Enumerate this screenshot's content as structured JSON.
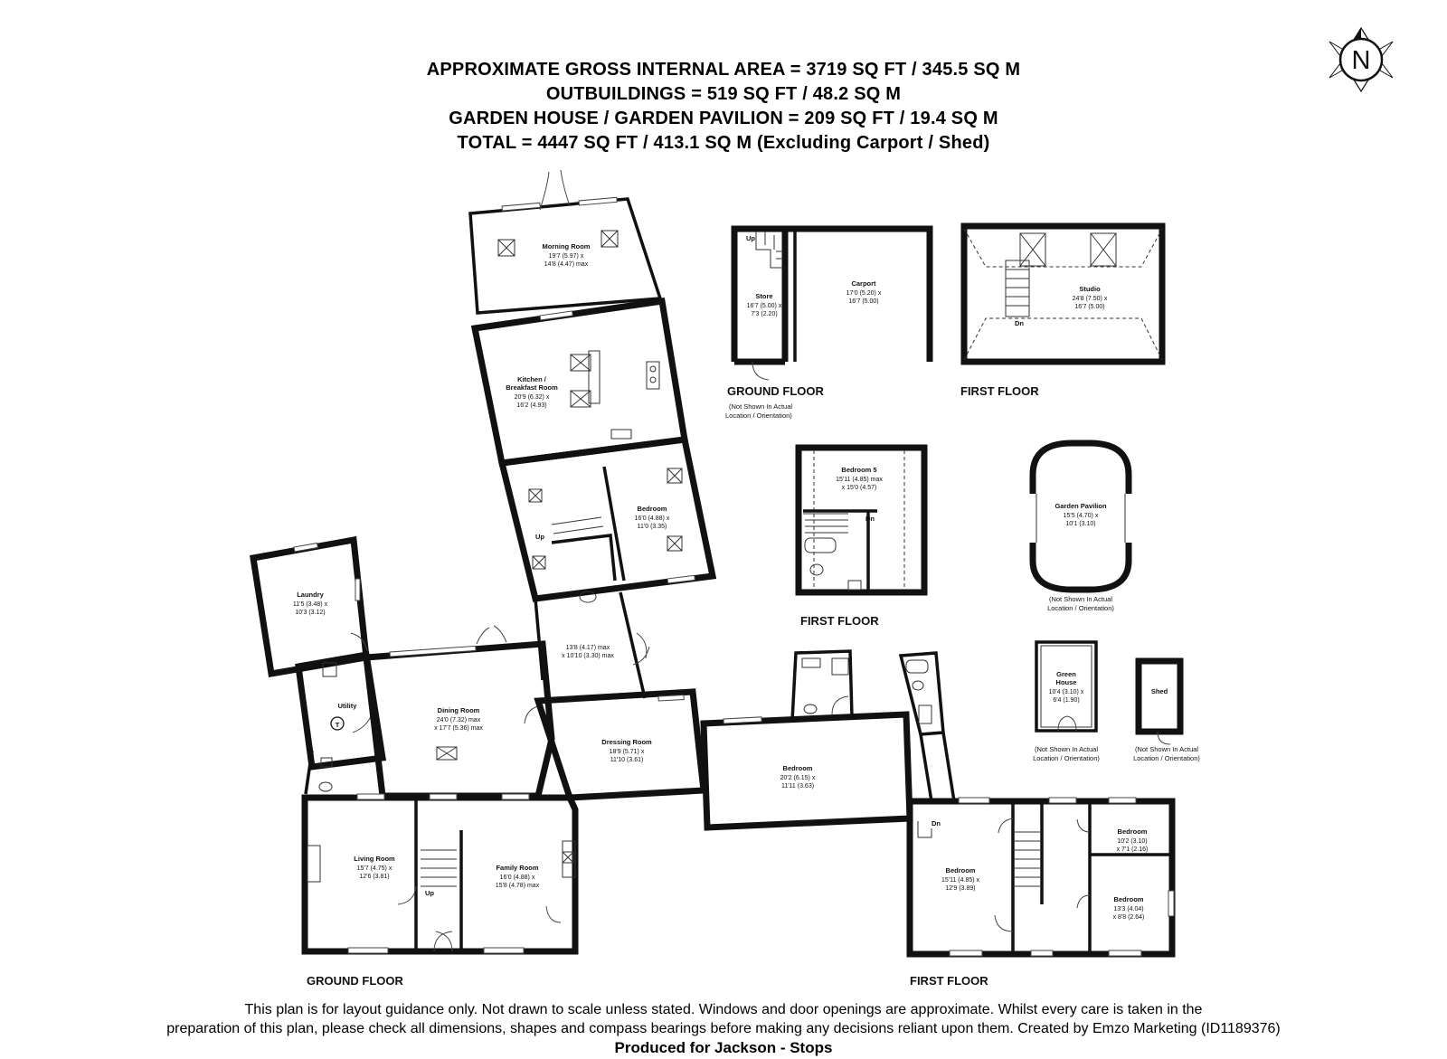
{
  "header": {
    "line1": "APPROXIMATE GROSS INTERNAL AREA = 3719 SQ FT / 345.5 SQ M",
    "line2": "OUTBUILDINGS = 519 SQ FT / 48.2 SQ M",
    "line3": "GARDEN HOUSE / GARDEN PAVILION = 209 SQ FT / 19.4 SQ M",
    "line4": "TOTAL = 4447 SQ FT / 413.1 SQ M (Excluding Carport / Shed)"
  },
  "compass": {
    "label": "N"
  },
  "rooms": {
    "morning": {
      "name": "Morning Room",
      "dim1": "19'7 (5.97) x",
      "dim2": "14'8 (4.47) max"
    },
    "kitchen": {
      "name1": "Kitchen /",
      "name2": "Breakfast Room",
      "dim1": "20'9 (6.32) x",
      "dim2": "16'2 (4.93)"
    },
    "bedroomMain": {
      "name": "Bedroom",
      "dim1": "16'0 (4.88) x",
      "dim2": "11'0 (3.35)"
    },
    "laundry": {
      "name": "Laundry",
      "dim1": "11'5 (3.48) x",
      "dim2": "10'3 (3.12)"
    },
    "utility": {
      "name": "Utility"
    },
    "dining": {
      "name": "Dining Room",
      "dim1": "24'0 (7.32) max",
      "dim2": "x 17'7 (5.36) max"
    },
    "hall": {
      "dim1": "13'8 (4.17) max",
      "dim2": "x 10'10 (3.30) max"
    },
    "dressing": {
      "name": "Dressing Room",
      "dim1": "18'9 (5.71) x",
      "dim2": "11'10 (3.61)"
    },
    "bedroomGround": {
      "name": "Bedroom",
      "dim1": "20'2 (6.15) x",
      "dim2": "11'11 (3.63)"
    },
    "living": {
      "name": "Living Room",
      "dim1": "15'7 (4.75) x",
      "dim2": "12'6 (3.81)"
    },
    "family": {
      "name": "Family Room",
      "dim1": "16'0 (4.88) x",
      "dim2": "15'8 (4.78) max"
    },
    "store": {
      "name": "Store",
      "dim1": "16'7 (5.00) x",
      "dim2": "7'3 (2.20)"
    },
    "carport": {
      "name": "Carport",
      "dim1": "17'0 (5.20) x",
      "dim2": "16'7 (5.00)"
    },
    "studio": {
      "name": "Studio",
      "dim1": "24'8 (7.50) x",
      "dim2": "16'7 (5.00)"
    },
    "bedroom5": {
      "name": "Bedroom 5",
      "dim1": "15'11 (4.85) max",
      "dim2": "x 15'0 (4.57)"
    },
    "pavilion": {
      "name": "Garden Pavilion",
      "dim1": "15'5 (4.70) x",
      "dim2": "10'1 (3.10)"
    },
    "greenhouse": {
      "name1": "Green",
      "name2": "House",
      "dim1": "10'4 (3.10) x",
      "dim2": "6'4 (1.90)"
    },
    "shed": {
      "name": "Shed"
    },
    "ffBedroom1": {
      "name": "Bedroom",
      "dim1": "15'11 (4.85) x",
      "dim2": "12'9 (3.89)"
    },
    "ffBedroom2": {
      "name": "Bedroom",
      "dim1": "10'2 (3.10)",
      "dim2": "x 7'1 (2.16)"
    },
    "ffBedroom3": {
      "name": "Bedroom",
      "dim1": "13'3 (4.04)",
      "dim2": "x 8'8 (2.64)"
    }
  },
  "markers": {
    "up": "Up",
    "dn": "Dn",
    "t": "T"
  },
  "floors": {
    "ground": "GROUND FLOOR",
    "first": "FIRST FLOOR"
  },
  "notes": {
    "line1": "(Not Shown In Actual",
    "line2": "Location / Orientation)"
  },
  "footer": {
    "line1": "This plan is for layout guidance only. Not drawn to scale unless stated. Windows and door openings are approximate. Whilst every care is taken in the",
    "line2": "preparation of this plan, please check all dimensions, shapes and compass bearings before making any decisions reliant upon them. Created by Emzo Marketing (ID1189376)",
    "produced": "Produced for Jackson - Stops"
  }
}
